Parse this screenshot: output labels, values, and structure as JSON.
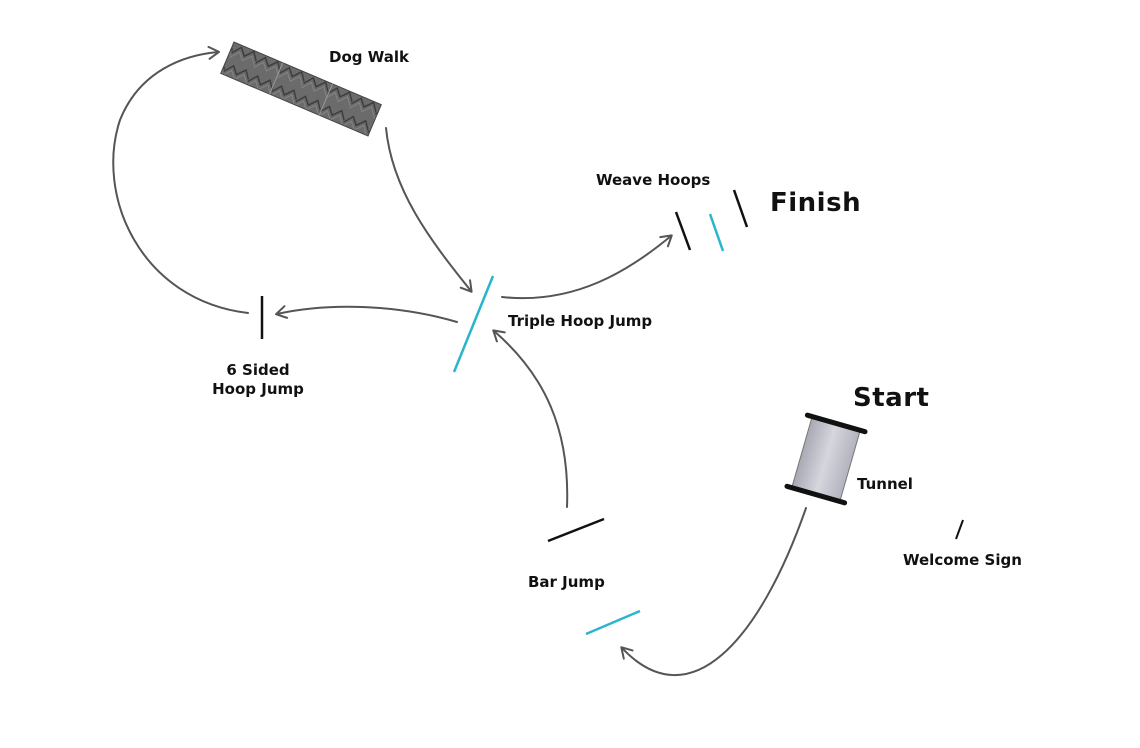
{
  "labels": {
    "dog_walk": "Dog Walk",
    "weave_hoops": "Weave Hoops",
    "finish": "Finish",
    "triple_hoop_jump": "Triple Hoop Jump",
    "six_sided_line1": "6 Sided",
    "six_sided_line2": "Hoop Jump",
    "start": "Start",
    "tunnel": "Tunnel",
    "welcome_sign": "Welcome Sign",
    "bar_jump": "Bar Jump"
  },
  "colors": {
    "path": "#555555",
    "obstacle_black": "#111111",
    "obstacle_cyan": "#29b6cc",
    "dog_walk_fill": "#6b6b6b",
    "tunnel_fill": "#c8c8d0"
  }
}
